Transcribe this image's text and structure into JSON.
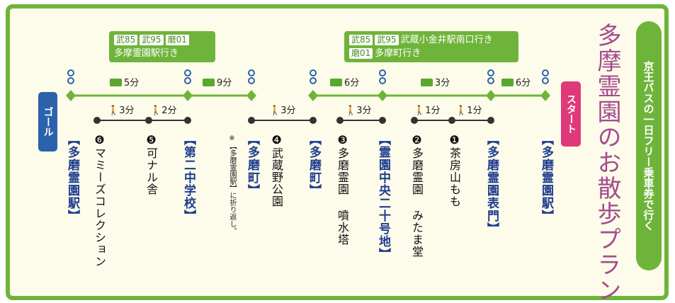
{
  "header": {
    "subtitle": "京王バスの一日フリー乗車券で行く",
    "title": "多摩霊園のお散歩プラン"
  },
  "badges": {
    "goal": "ゴール",
    "start": "スタート"
  },
  "routes": {
    "left": {
      "codes": [
        "武85",
        "武95",
        "磨01"
      ],
      "destination": "多摩霊園駅行き"
    },
    "right": {
      "codes_1": [
        "武85",
        "武95"
      ],
      "destination_1": "武蔵小金井駅南口行き",
      "codes_2": [
        "磨01"
      ],
      "destination_2": "多摩町行き"
    }
  },
  "bus_durations": [
    "5分",
    "9分",
    "6分",
    "3分",
    "6分"
  ],
  "walk_durations": [
    "3分",
    "2分",
    "3分",
    "3分",
    "1分",
    "1分"
  ],
  "stops": {
    "tama_reien_eki_goal": "【多磨霊園駅】",
    "daini_chugakko": "【第二中学校】",
    "tama_machi_1": "【多磨町】",
    "tama_machi_2": "【多磨町】",
    "reien_chuo": "【霊園中央二十号地】",
    "tama_reien_omotemon": "【多磨霊園表門】",
    "tama_reien_eki_start": "【多磨霊園駅】"
  },
  "spots": {
    "s6": "❻マミーズコレクション",
    "s5": "❺可ナル舎",
    "s4": "❹武蔵野公園",
    "s3": "❸多磨霊園 噴水塔",
    "s2": "❷多磨霊園 みたま堂",
    "s1": "❶茶房山もも"
  },
  "note": "※【多磨霊園駅】に折り返し。",
  "colors": {
    "green": "#6fb43a",
    "navy": "#1f3d8f",
    "pink": "#e0397a",
    "blue": "#2a62ac",
    "title": "#a34c8e"
  }
}
